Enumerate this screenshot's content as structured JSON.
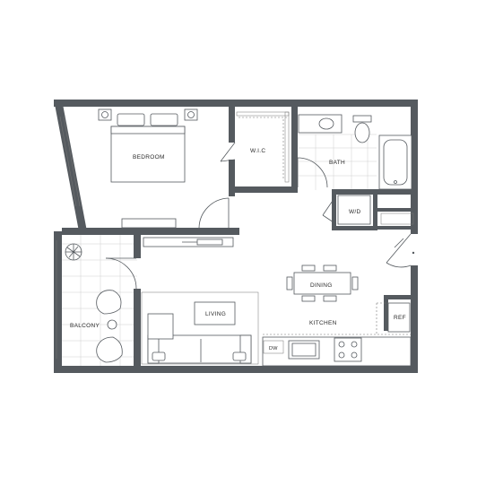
{
  "rooms": {
    "bedroom": "BEDROOM",
    "wic": "W.I.C",
    "bath": "BATH",
    "wd": "W/D",
    "dining": "DINING",
    "living": "LIVING",
    "kitchen": "KITCHEN",
    "balcony": "BALCONY",
    "ref": "REF",
    "dw": "DW"
  },
  "colors": {
    "wall": "#555a5f",
    "line": "#555a5f",
    "tile": "#cfcfcf",
    "background": "#ffffff"
  }
}
